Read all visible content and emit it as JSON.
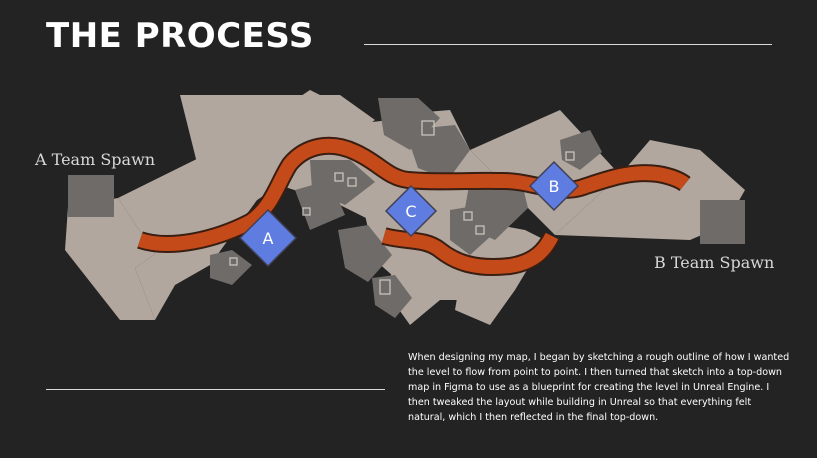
{
  "page": {
    "title": "THE PROCESS",
    "description": "When designing my map, I began by  sketching a rough outline of how I wanted the level to flow from point to point. I then turned that sketch into a top-down map in Figma to use as a blueprint for creating the level in Unreal Engine. I then tweaked the layout while building in  Unreal so that everything felt natural, which I then reflected in the final top-down."
  },
  "map": {
    "spawn_a_label": "A Team Spawn",
    "spawn_b_label": "B Team Spawn",
    "points": [
      "A",
      "B",
      "C"
    ]
  },
  "colors": {
    "background": "#232323",
    "floor": "#b1a79e",
    "building": "#6f6b69",
    "route": "#c54a19",
    "point": "#5f7ce0"
  }
}
